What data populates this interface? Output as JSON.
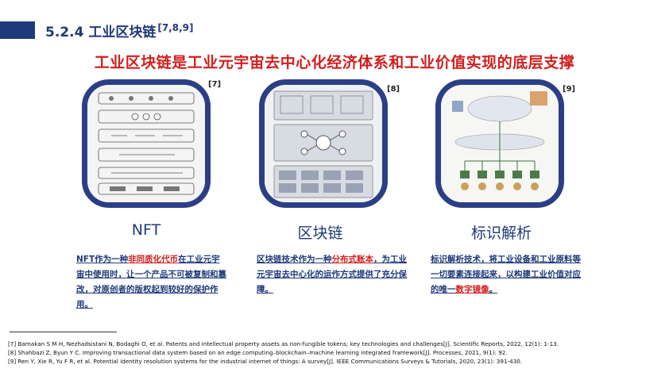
{
  "header": {
    "section": "5.2.4 工业区块链",
    "citation": "[7,8,9]"
  },
  "subtitle": "工业区块链是工业元宇宙去中心化经济体系和工业价值实现的底层支撑",
  "columns": [
    {
      "ref": "[7]",
      "title": "NFT",
      "desc": {
        "p1": "NFT作为一种",
        "p2": "非同质化代币",
        "p3": "在工业元宇宙中使用时，让一个产品不可被复制和篡改，对原创者的版权起到较好的保护作用。"
      }
    },
    {
      "ref": "[8]",
      "title": "区块链",
      "desc": {
        "p1": "区块链技术作为一种",
        "p2": "分布式账本",
        "p3": "，为工业元宇宙去中心化的运作方式提供了充分保障。"
      }
    },
    {
      "ref": "[9]",
      "title": "标识解析",
      "desc": {
        "p1": "标识解析技术，将工业设备和工业原料等一切要素连接起来，以构建工业价值对应的唯一",
        "p2": "数字镜像",
        "p3": "。"
      }
    }
  ],
  "footnotes": [
    "[7] Bamakan S M H, Nezhadsistani N, Bodaghi O, et al. Patents and intellectual property assets as non-fungible tokens; key technologies and challenges[J]. Scientific Reports, 2022, 12(1): 1-13.",
    "[8] Shahbazi Z, Byun Y C. Improving transactional data system based on an edge computing–blockchain–machine learning integrated framework[J]. Processes, 2021, 9(1): 92.",
    "[9] Ren Y, Xie R, Yu F R, et al. Potential identity resolution systems for the industrial internet of things: A survey[J]. IEEE Communications Surveys & Tutorials, 2020, 23(1): 391-430."
  ],
  "colors": {
    "brand_blue": "#1f3a7a",
    "frame_blue": "#2b3f86",
    "highlight_red": "#d21e1e"
  }
}
